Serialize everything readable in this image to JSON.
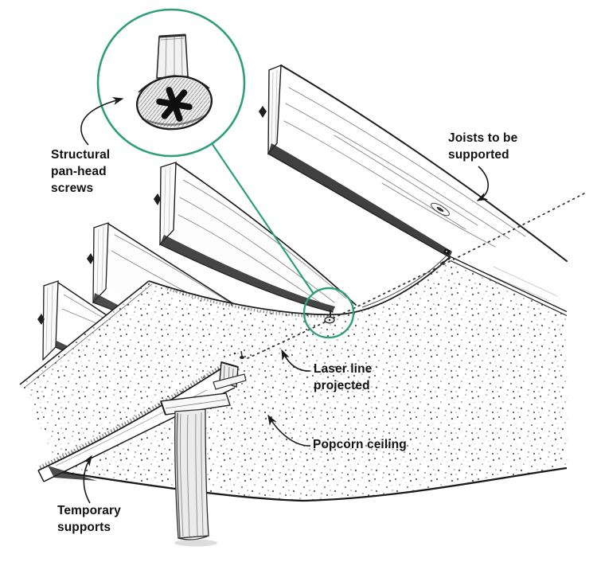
{
  "labels": {
    "structural_screws": {
      "lines": [
        "Structural",
        "pan-head",
        "screws"
      ]
    },
    "joists_supported": {
      "lines": [
        "Joists to be",
        "supported"
      ]
    },
    "laser_line": {
      "lines": [
        "Laser line",
        "projected"
      ]
    },
    "popcorn_ceiling": {
      "lines": [
        "Popcorn ceiling"
      ]
    },
    "temporary_supports": {
      "lines": [
        "Temporary",
        "supports"
      ]
    }
  },
  "colors": {
    "annotation_teal": "#2E9E7C",
    "ink": "#1A1A1A",
    "label_text": "#111111",
    "background": "#FFFFFF"
  }
}
